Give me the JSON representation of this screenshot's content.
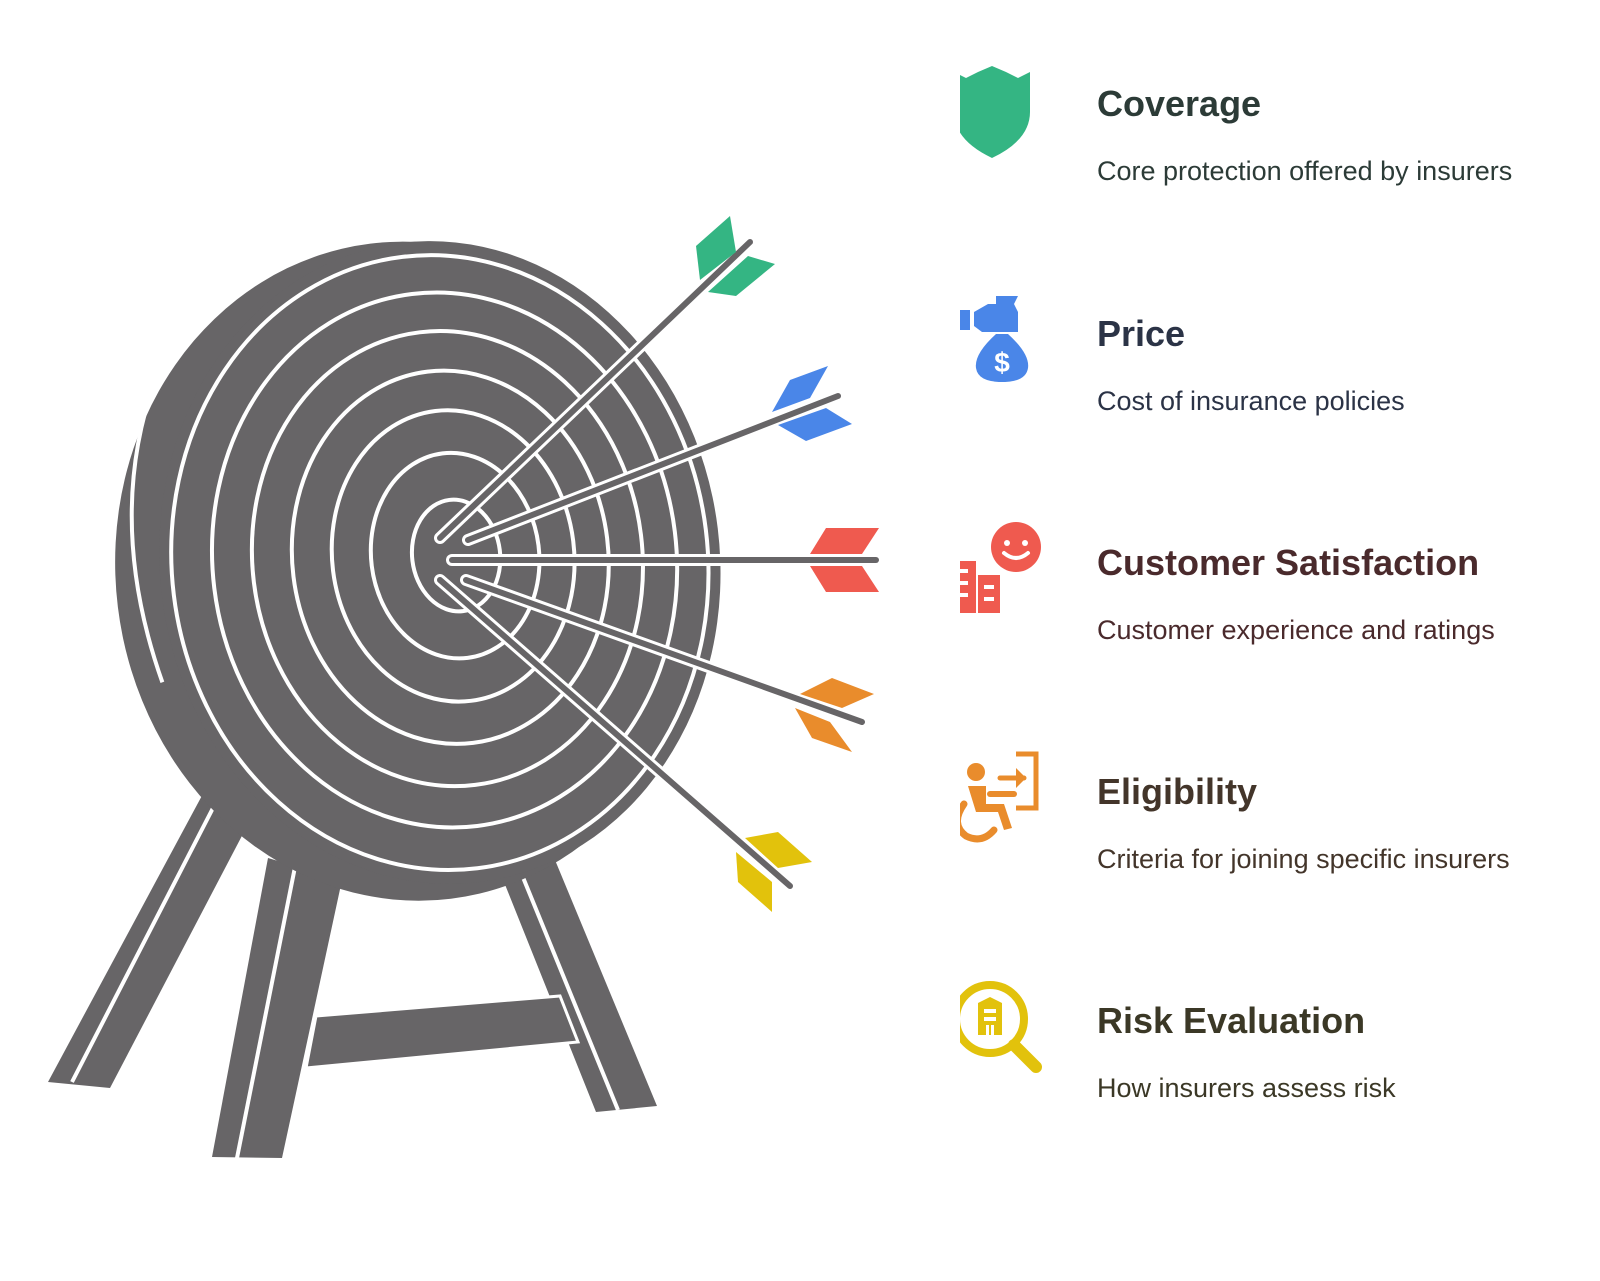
{
  "colors": {
    "target": "#676567",
    "coverage": "#34b583",
    "price": "#4a86e8",
    "satisfaction": "#ef5a4f",
    "eligibility": "#e98c2c",
    "risk": "#e2c20c"
  },
  "items": [
    {
      "title": "Coverage",
      "description": "Core protection offered by insurers",
      "icon": "shield-icon",
      "title_color": "#2c3b37",
      "desc_color": "#2c3b37"
    },
    {
      "title": "Price",
      "description": "Cost of insurance policies",
      "icon": "money-bag-icon",
      "title_color": "#2b3346",
      "desc_color": "#2b3346"
    },
    {
      "title": "Customer Satisfaction",
      "description": "Customer experience and ratings",
      "icon": "satisfied-customer-icon",
      "title_color": "#4a2a2c",
      "desc_color": "#4a2a2c"
    },
    {
      "title": "Eligibility",
      "description": "Criteria for joining specific insurers",
      "icon": "accessible-entry-icon",
      "title_color": "#43352a",
      "desc_color": "#43352a"
    },
    {
      "title": "Risk Evaluation",
      "description": "How insurers assess risk",
      "icon": "document-search-icon",
      "title_color": "#3b3826",
      "desc_color": "#3b3826"
    }
  ]
}
